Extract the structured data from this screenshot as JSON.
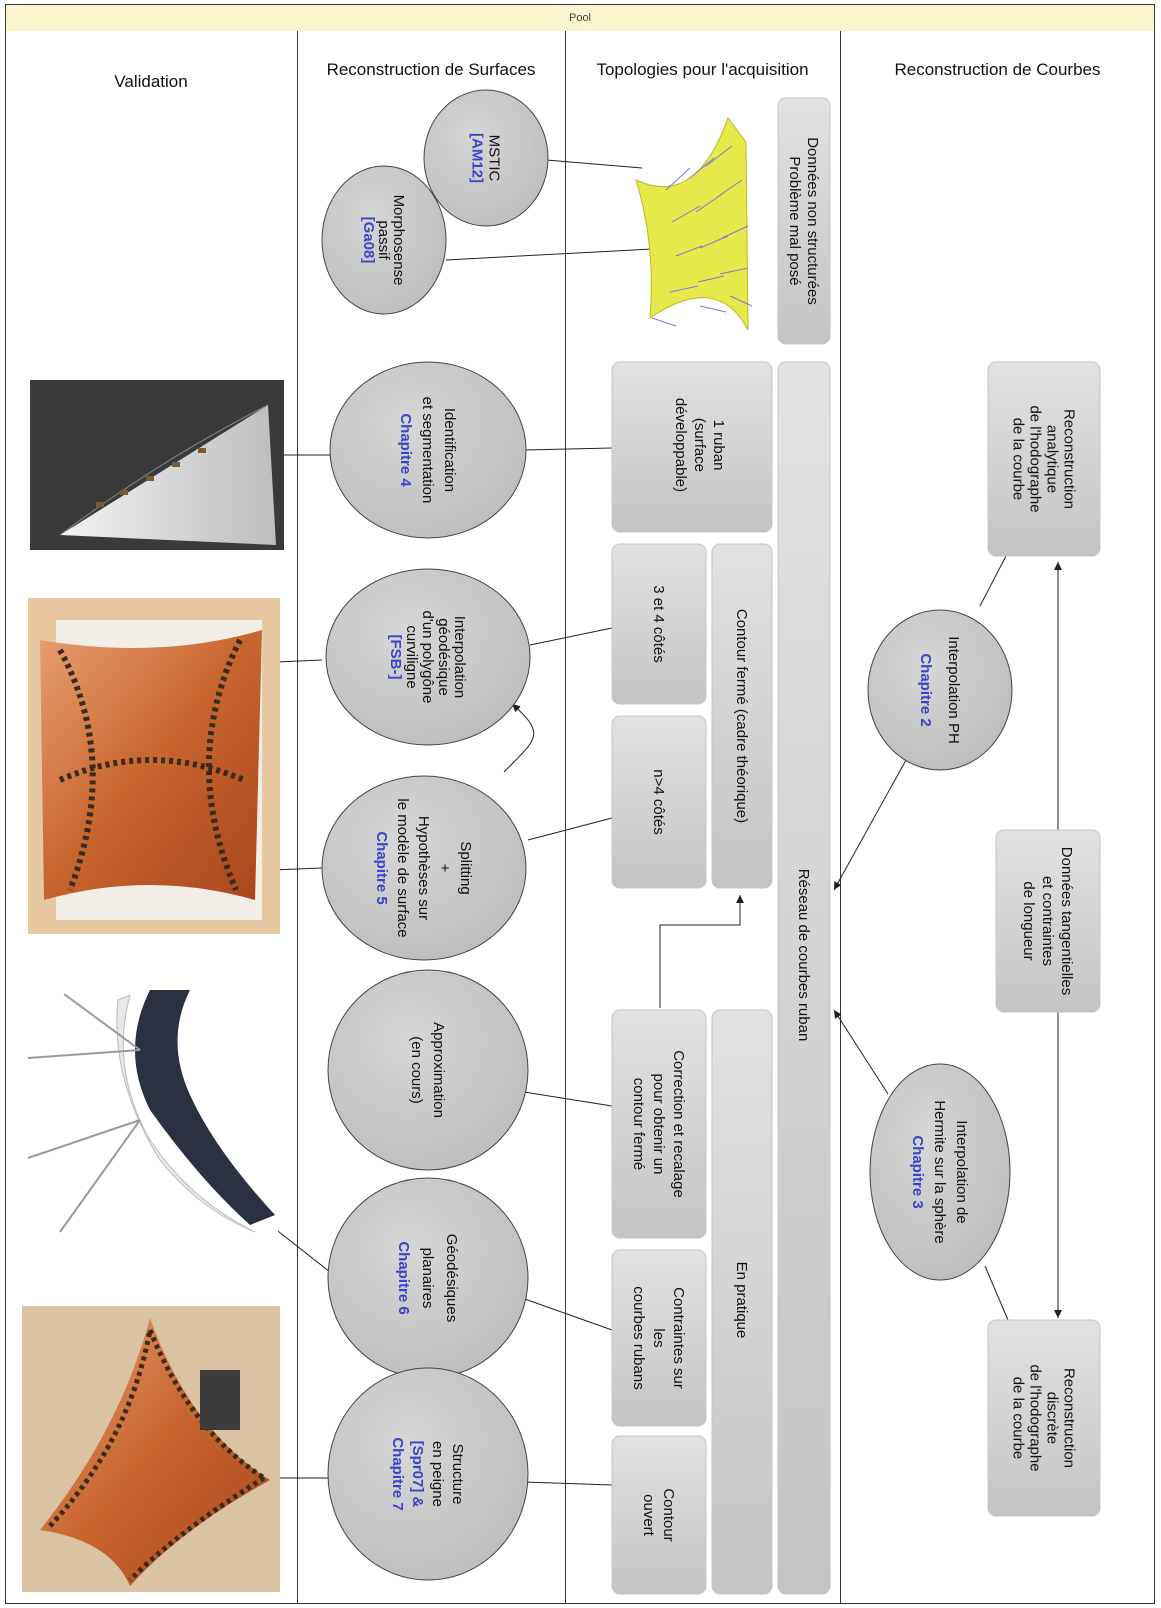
{
  "pool_label": "Pool",
  "lanes": {
    "validation": "Validation",
    "surfaces": "Reconstruction de Surfaces",
    "topologies": "Topologies pour l'acquisition",
    "courbes": "Reconstruction de Courbes"
  },
  "rects": {
    "donnees_non": [
      "Données non structurées",
      "Problème mal posé"
    ],
    "reseau": [
      "Réseau de courbes ruban"
    ],
    "en_pratique": [
      "En pratique"
    ],
    "contour_ferme": [
      "Contour fermé (cadre théorique)"
    ],
    "un_ruban": [
      "1 ruban",
      "(surface",
      "développable)"
    ],
    "trois_quatre": [
      "3 et 4 côtés"
    ],
    "n_quatre": [
      "n>4 côtés"
    ],
    "correction": [
      "Correction et recalage",
      "pour obtenir un",
      "contour fermé"
    ],
    "contraintes_rubans": [
      "Contraintes sur",
      "les",
      "courbes rubans"
    ],
    "contour_ouvert": [
      "Contour",
      "ouvert"
    ],
    "reconstruction_analytique": [
      "Reconstruction",
      "analytique",
      "de l'hodographe",
      "de la courbe"
    ],
    "donnees_tangentielles": [
      "Données tangentielles",
      "et contraintes",
      "de longueur"
    ],
    "reconstruction_discrete": [
      "Reconstruction",
      "discrète",
      "de l'hodographe",
      "de la courbe"
    ]
  },
  "circles": {
    "mstic": {
      "lines": [
        "MSTIC"
      ],
      "ref": [
        "[AM12]"
      ]
    },
    "morphosense": {
      "lines": [
        "Morphosense",
        "passif"
      ],
      "ref": [
        "[Ga08]"
      ]
    },
    "identification": {
      "lines": [
        "Identification",
        "et segmentation"
      ],
      "ref": [
        "Chapitre 4"
      ]
    },
    "interpolation_geodesique": {
      "lines": [
        "Interpolation",
        "géodésique",
        "d'un polygône",
        "curviligne"
      ],
      "ref": [
        "[FSB-]"
      ]
    },
    "splitting": {
      "lines": [
        "Splitting",
        "+",
        "Hypothèses sur",
        "le modèle de surface"
      ],
      "ref": [
        "Chapitre 5"
      ]
    },
    "approximation": {
      "lines": [
        "Approximation",
        "(en cours)"
      ],
      "ref": []
    },
    "geodesiques_planaires": {
      "lines": [
        "Géodésiques",
        "planaires"
      ],
      "ref": [
        "Chapitre 6"
      ]
    },
    "structure_peigne": {
      "lines": [
        "Structure",
        "en peigne"
      ],
      "ref": [
        "[Spr07] &",
        "Chapitre 7"
      ]
    },
    "interpolation_ph": {
      "lines": [
        "Interpolation PH"
      ],
      "ref": [
        "Chapitre 2"
      ]
    },
    "interpolation_hermite": {
      "lines": [
        "Interpolation de",
        "Hermite sur la sphère"
      ],
      "ref": [
        "Chapitre 3"
      ]
    }
  },
  "photos": [
    "photo-cone-surface",
    "photo-copper-sheet",
    "photo-black-chair",
    "photo-copper-structure"
  ],
  "colors": {
    "box": "#c9c9c9",
    "circle": "#c6c6c6",
    "ref": "#3c44c8",
    "pool": "#fbf6cf"
  }
}
